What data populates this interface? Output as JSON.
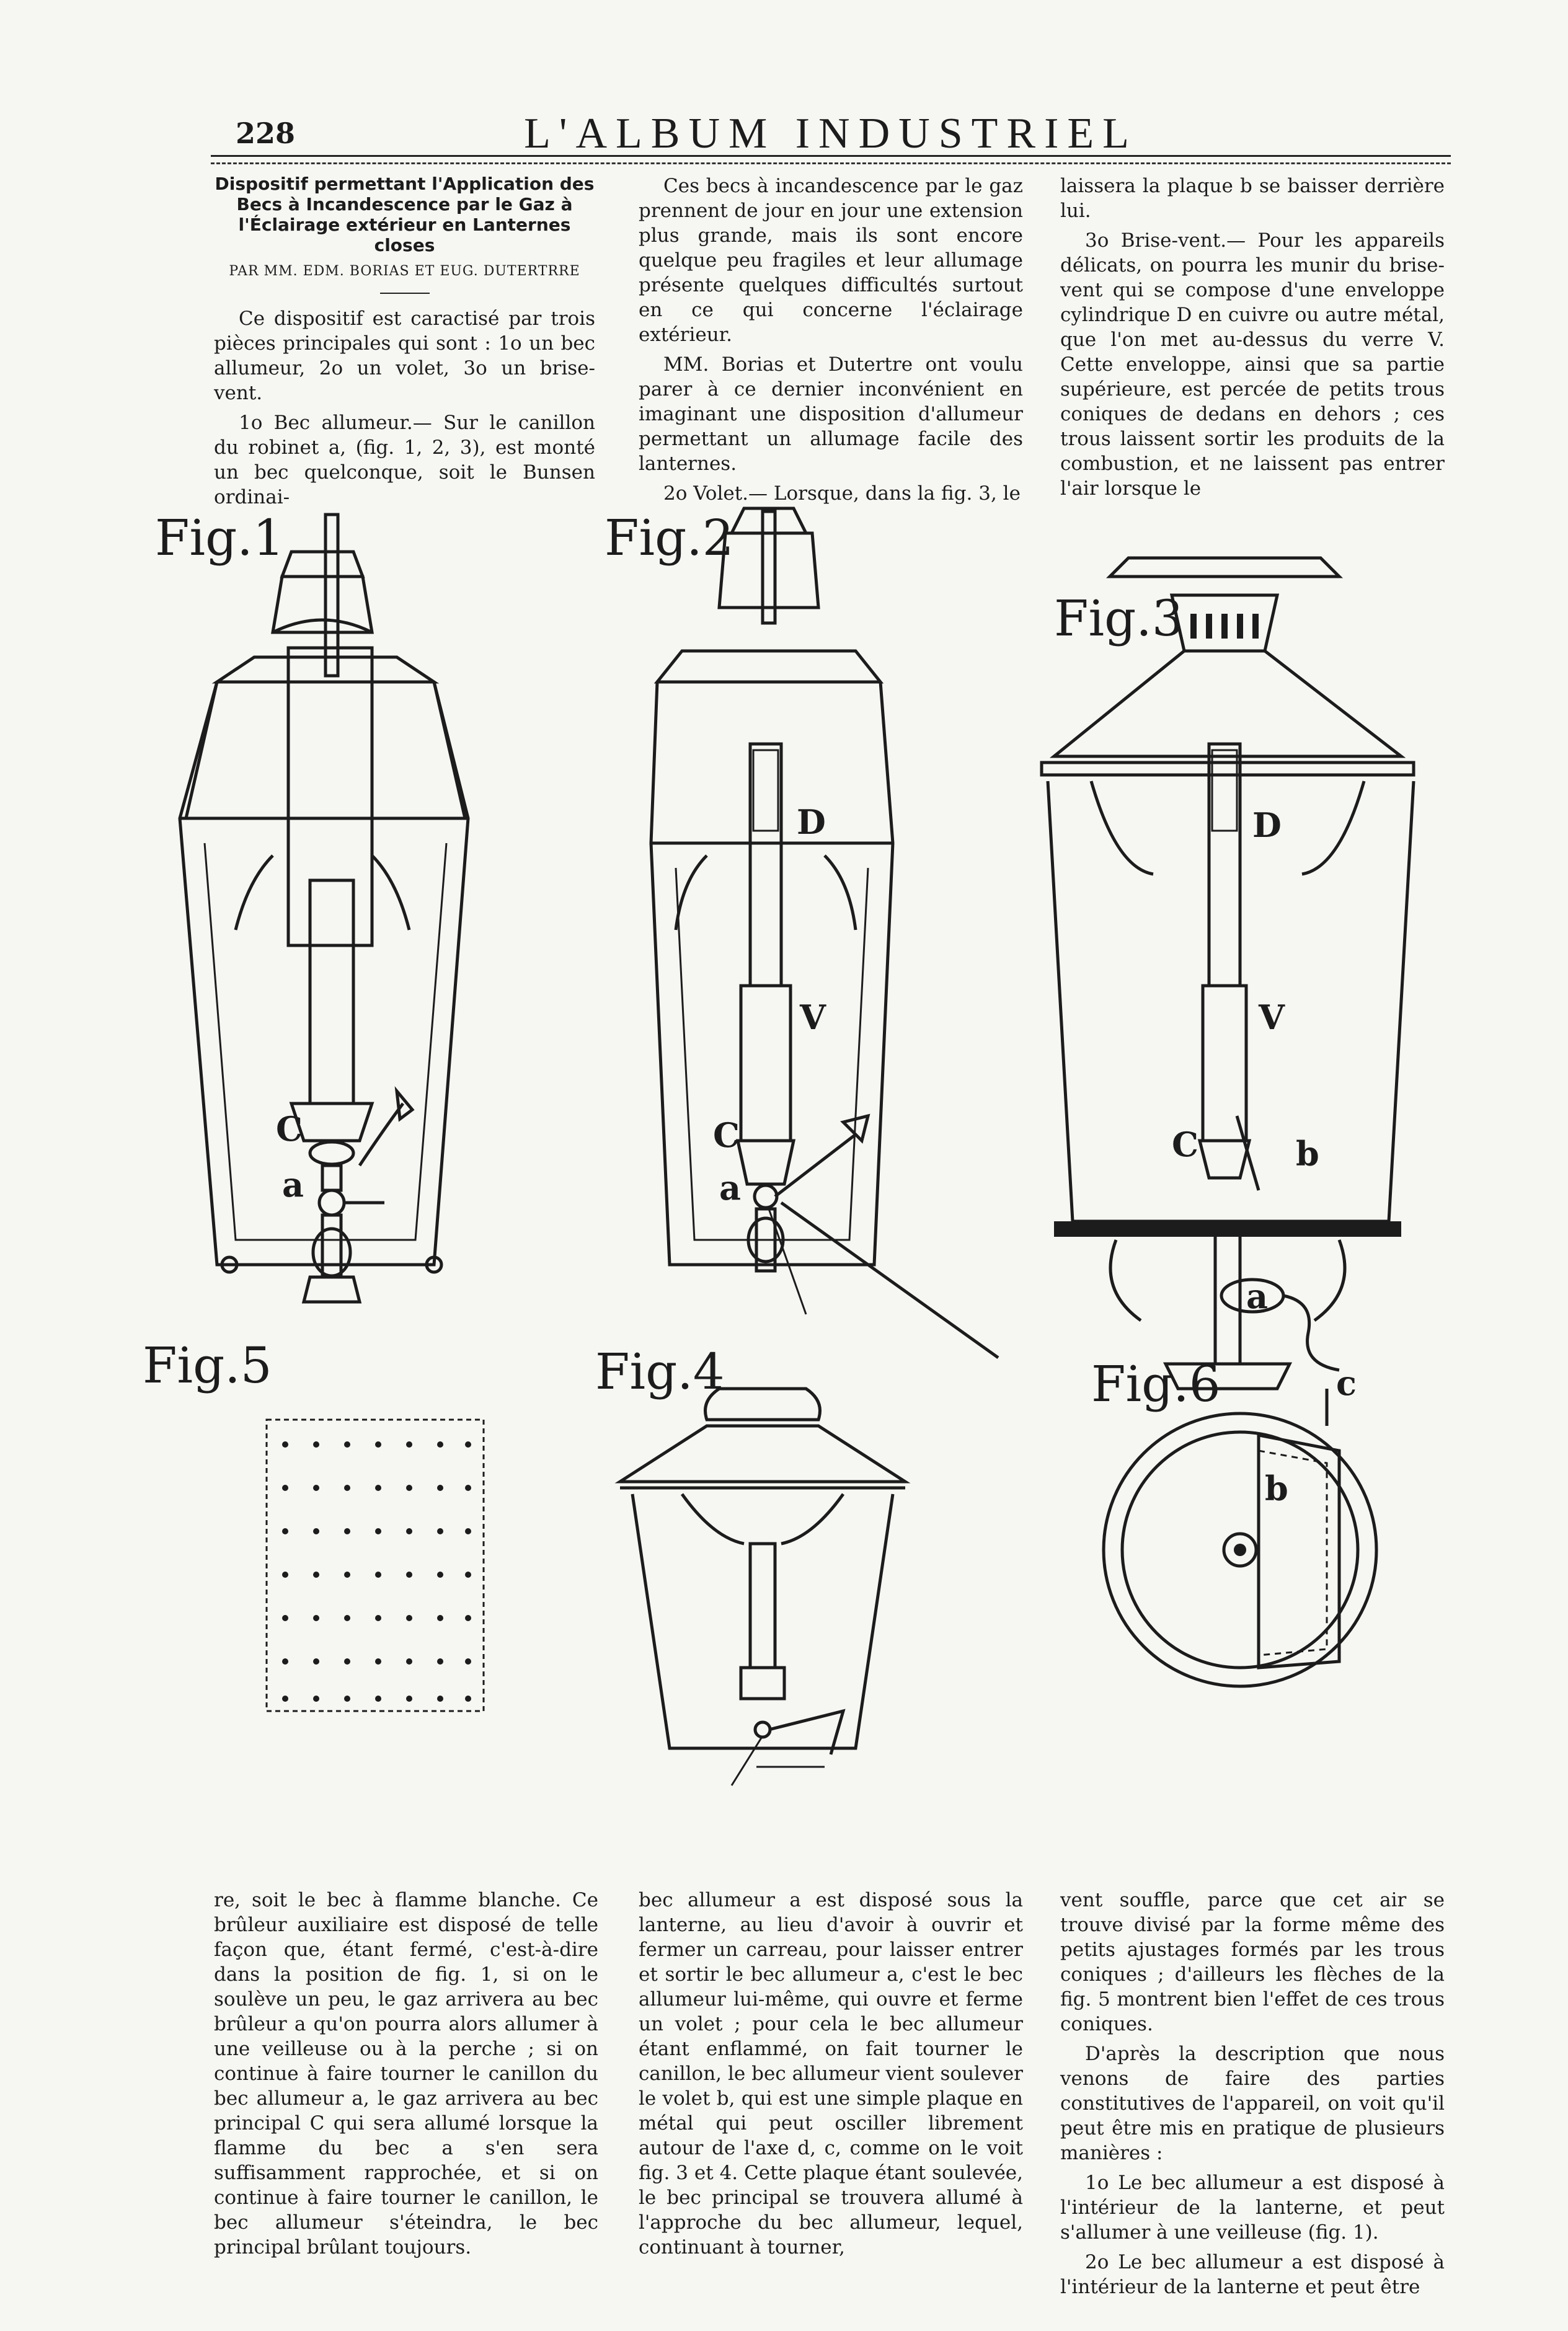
{
  "header": {
    "page_number": "228",
    "journal_title": "L'ALBUM INDUSTRIEL"
  },
  "article": {
    "title": "Dispositif permettant l'Application des Becs à Incandescence par le Gaz à l'Éclairage extérieur en Lanternes closes",
    "authors": "PAR MM. EDM. BORIAS ET EUG. DUTERTRRE"
  },
  "top_columns": {
    "col1": [
      "Ce dispositif est caractisé par trois pièces principales qui sont : 1o un bec allumeur, 2o un volet, 3o un brise-vent.",
      "1o Bec allumeur.— Sur le canillon du robinet a, (fig. 1, 2, 3), est monté un bec quelconque, soit le Bunsen ordinai-"
    ],
    "col2": [
      "Ces becs à incandescence par le gaz prennent de jour en jour une extension plus grande, mais ils sont encore quelque peu fragiles et leur allumage présente quelques difficultés surtout en ce qui concerne l'éclairage extérieur.",
      "MM. Borias et Dutertre ont voulu parer à ce dernier inconvénient en imaginant une disposition d'allumeur permettant un allumage facile des lanternes.",
      "2o Volet.— Lorsque, dans la fig. 3, le"
    ],
    "col3": [
      "laissera la plaque b se baisser derrière lui.",
      "3o Brise-vent.— Pour les appareils délicats, on pourra les munir du brise-vent qui se compose d'une enveloppe cylindrique D en cuivre ou autre métal, que l'on met au-dessus du verre V. Cette enveloppe, ainsi que sa partie supérieure, est percée de petits trous coniques de dedans en dehors ; ces trous laissent sortir les produits de la combustion, et ne laissent pas entrer l'air lorsque le"
    ]
  },
  "figures": {
    "fig1": "Fig.1",
    "fig2": "Fig.2",
    "fig3": "Fig.3",
    "fig4": "Fig.4",
    "fig5": "Fig.5",
    "fig6": "Fig.6",
    "labels": {
      "C": "C",
      "a": "a",
      "D": "D",
      "V": "V",
      "b": "b",
      "c": "c"
    }
  },
  "bottom_columns": {
    "col1": [
      "re, soit le bec à flamme blanche. Ce brûleur auxiliaire est disposé de telle façon que, étant fermé, c'est-à-dire dans la position de fig. 1, si on le soulève un peu, le gaz arrivera au bec brûleur a qu'on pourra alors allumer à une veilleuse ou à la perche ; si on continue à faire tourner le canillon du bec allumeur a, le gaz arrivera au bec principal C qui sera allumé lorsque la flamme du bec a s'en sera suffisamment rapprochée, et si on continue à faire tourner le canillon, le bec allumeur s'éteindra, le bec principal brûlant toujours."
    ],
    "col2": [
      "bec allumeur a est disposé sous la lanterne, au lieu d'avoir à ouvrir et fermer un carreau, pour laisser entrer et sortir le bec allumeur a, c'est le bec allumeur lui-même, qui ouvre et ferme un volet ; pour cela le bec allumeur étant enflammé, on fait tourner le canillon, le bec allumeur vient soulever le volet b, qui est une simple plaque en métal qui peut osciller librement autour de l'axe d, c, comme on le voit fig. 3 et 4. Cette plaque étant soulevée, le bec principal se trouvera allumé à l'approche du bec allumeur, lequel, continuant à tourner,"
    ],
    "col3": [
      "vent souffle, parce que cet air se trouve divisé par la forme même des petits ajustages formés par les trous coniques ; d'ailleurs les flèches de la fig. 5 montrent bien l'effet de ces trous coniques.",
      "D'après la description que nous venons de faire des parties constitutives de l'appareil, on voit qu'il peut être mis en pratique de plusieurs manières :",
      "1o Le bec allumeur a est disposé à l'intérieur de la lanterne, et peut s'allumer à une veilleuse (fig. 1).",
      "2o Le bec allumeur a est disposé à l'intérieur de la lanterne et peut être"
    ]
  }
}
